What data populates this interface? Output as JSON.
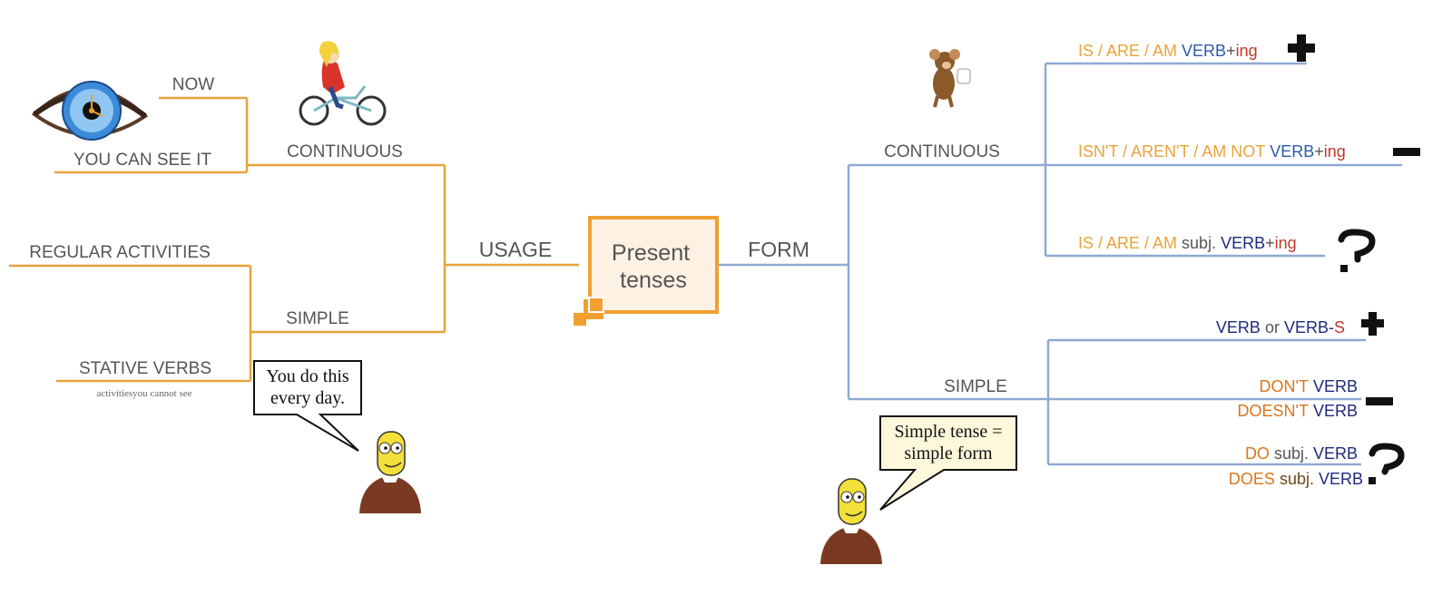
{
  "center": {
    "line1": "Present",
    "line2": "tenses"
  },
  "usage": {
    "label": "USAGE",
    "continuous": {
      "label": "CONTINUOUS",
      "leaves": {
        "now": "NOW",
        "see": "YOU CAN SEE IT"
      }
    },
    "simple": {
      "label": "SIMPLE",
      "leaves": {
        "regular": "REGULAR ACTIVITIES",
        "stative": "STATIVE VERBS"
      },
      "stative_note": "activitiesyou cannot see"
    }
  },
  "form": {
    "label": "FORM",
    "continuous": {
      "label": "CONTINUOUS",
      "positive": {
        "aux": "IS / ARE / AM",
        "verb": "VERB",
        "plus": "+",
        "ing": "ing"
      },
      "negative": {
        "aux": "ISN'T / AREN'T / AM NOT",
        "verb": "VERB",
        "plus": "+",
        "ing": "ing"
      },
      "question": {
        "aux": "IS / ARE / AM",
        "subj": "subj.",
        "verb": "VERB",
        "plus": "+",
        "ing": "ing"
      }
    },
    "simple": {
      "label": "SIMPLE",
      "positive": {
        "verb": "VERB",
        "or": "or",
        "verbs": "VERB-",
        "s": "S"
      },
      "negative": {
        "line1": {
          "aux": "DON'T",
          "verb": "VERB"
        },
        "line2": {
          "aux": "DOESN'T",
          "verb": "VERB"
        }
      },
      "question": {
        "line1": {
          "aux": "DO",
          "subj": "subj.",
          "verb": "VERB"
        },
        "line2": {
          "aux": "DOES",
          "subj": "subj.",
          "verb": "VERB"
        }
      }
    }
  },
  "bubbles": {
    "left": {
      "line1": "You do this",
      "line2": "every day."
    },
    "right": {
      "line1": "Simple tense =",
      "line2": "simple form"
    }
  },
  "symbols": {
    "plus": "✚",
    "question": "?"
  },
  "colors": {
    "usage_branch": "#E8A33A",
    "form_branch": "#8FA9D3",
    "center_border": "#F0A030",
    "center_fill": "#FDF1E3",
    "aux_yellow": "#E8A33A",
    "aux_orange": "#D8761E",
    "verb_blue": "#2E59A8",
    "verb_navy": "#1E2A7A",
    "ing_red": "#C0392B",
    "label_gray": "#555555"
  },
  "icons": [
    "eye-clock-icon",
    "cyclist-girl-icon",
    "mouse-icon",
    "cartoon-man-icon",
    "plus-icon",
    "minus-icon",
    "question-icon"
  ]
}
